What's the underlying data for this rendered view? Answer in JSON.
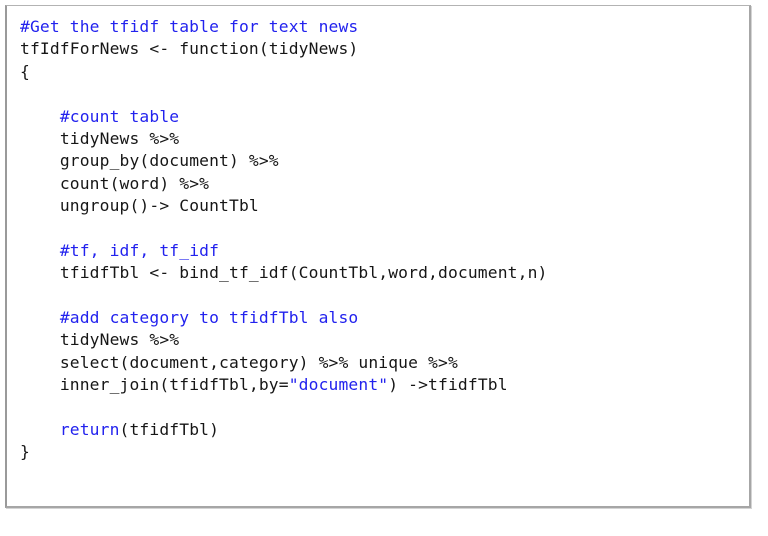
{
  "card": {
    "name": "r-code-snippet-card",
    "language": "R",
    "border_color": "#b3b3b3",
    "background_color": "#ffffff"
  },
  "theme": {
    "text_color": "#161616",
    "comment_color": "#2222ee",
    "keyword_color": "#2222ee",
    "string_color": "#2222ee"
  },
  "code": {
    "title": "tfIdfForNews",
    "lines": [
      {
        "n": 1,
        "indent": 0,
        "tokens": [
          {
            "t": "comment",
            "v": "#Get the tfidf table for text news"
          }
        ]
      },
      {
        "n": 2,
        "indent": 0,
        "tokens": [
          {
            "t": "plain",
            "v": "tfIdfForNews <- function(tidyNews)"
          }
        ]
      },
      {
        "n": 3,
        "indent": 0,
        "tokens": [
          {
            "t": "plain",
            "v": "{"
          }
        ]
      },
      {
        "n": 4,
        "indent": 0,
        "tokens": []
      },
      {
        "n": 5,
        "indent": 4,
        "tokens": [
          {
            "t": "comment",
            "v": "#count table"
          }
        ]
      },
      {
        "n": 6,
        "indent": 4,
        "tokens": [
          {
            "t": "plain",
            "v": "tidyNews %>%"
          }
        ]
      },
      {
        "n": 7,
        "indent": 4,
        "tokens": [
          {
            "t": "plain",
            "v": "group_by(document) %>%"
          }
        ]
      },
      {
        "n": 8,
        "indent": 4,
        "tokens": [
          {
            "t": "plain",
            "v": "count(word) %>%"
          }
        ]
      },
      {
        "n": 9,
        "indent": 4,
        "tokens": [
          {
            "t": "plain",
            "v": "ungroup()-> CountTbl"
          }
        ]
      },
      {
        "n": 10,
        "indent": 0,
        "tokens": []
      },
      {
        "n": 11,
        "indent": 4,
        "tokens": [
          {
            "t": "comment",
            "v": "#tf, idf, tf_idf"
          }
        ]
      },
      {
        "n": 12,
        "indent": 4,
        "tokens": [
          {
            "t": "plain",
            "v": "tfidfTbl <- bind_tf_idf(CountTbl,word,document,n)"
          }
        ]
      },
      {
        "n": 13,
        "indent": 0,
        "tokens": []
      },
      {
        "n": 14,
        "indent": 4,
        "tokens": [
          {
            "t": "comment",
            "v": "#add category to tfidfTbl also"
          }
        ]
      },
      {
        "n": 15,
        "indent": 4,
        "tokens": [
          {
            "t": "plain",
            "v": "tidyNews %>%"
          }
        ]
      },
      {
        "n": 16,
        "indent": 4,
        "tokens": [
          {
            "t": "plain",
            "v": "select(document,category) %>% unique %>%"
          }
        ]
      },
      {
        "n": 17,
        "indent": 4,
        "tokens": [
          {
            "t": "plain",
            "v": "inner_join(tfidfTbl,by="
          },
          {
            "t": "string",
            "v": "\"document\""
          },
          {
            "t": "plain",
            "v": ") ->tfidfTbl"
          }
        ]
      },
      {
        "n": 18,
        "indent": 0,
        "tokens": []
      },
      {
        "n": 19,
        "indent": 4,
        "tokens": [
          {
            "t": "keyword",
            "v": "return"
          },
          {
            "t": "plain",
            "v": "(tfidfTbl)"
          }
        ]
      },
      {
        "n": 20,
        "indent": 0,
        "tokens": [
          {
            "t": "plain",
            "v": "}"
          }
        ]
      }
    ]
  }
}
